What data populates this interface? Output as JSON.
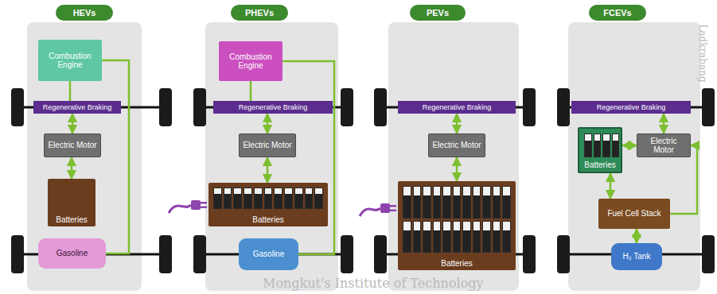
{
  "diagram": {
    "nodes": [
      {
        "text": [
          "HEVs"
        ]
      },
      {
        "text": [
          "Combustion Engine"
        ]
      },
      {
        "text": [
          "Regenerative Braking"
        ]
      },
      {
        "text": [
          "Electric Motor"
        ]
      },
      {
        "text": [
          "Batteries"
        ]
      },
      {
        "text": [
          "Gasoline"
        ]
      },
      {
        "text": [
          "PHEVs"
        ]
      },
      {
        "text": [
          "Combustion Engine"
        ]
      },
      {
        "text": [
          "Regenerative Braking"
        ]
      },
      {
        "text": [
          "Electric Motor"
        ]
      },
      {
        "text": [
          "Batteries"
        ]
      },
      {
        "text": [
          "Gasoline"
        ]
      },
      {
        "text": [
          "PEVs"
        ]
      },
      {
        "text": [
          "Regenerative Braking"
        ]
      },
      {
        "text": [
          "Electric Motor"
        ]
      },
      {
        "text": [
          "Batteries"
        ]
      },
      {
        "text": [
          "FCEVs"
        ]
      },
      {
        "text": [
          "Regenerative Braking"
        ]
      },
      {
        "text": [
          "Batteries"
        ]
      },
      {
        "text": [
          "Electric Motor"
        ]
      },
      {
        "text": [
          "Fuel Cell Stack"
        ]
      },
      {
        "text": [
          "H₂ Tank"
        ]
      }
    ],
    "edges": [
      {
        "from": 1,
        "to": 2,
        "arrow": "none"
      },
      {
        "from": 3,
        "to": 2,
        "arrow": "both"
      },
      {
        "from": 3,
        "to": 4,
        "arrow": "both"
      },
      {
        "from": 5,
        "to": 1,
        "arrow": "none"
      },
      {
        "from": 7,
        "to": 8,
        "arrow": "none"
      },
      {
        "from": 9,
        "to": 8,
        "arrow": "both"
      },
      {
        "from": 9,
        "to": 10,
        "arrow": "both"
      },
      {
        "from": 11,
        "to": 7,
        "arrow": "none"
      },
      {
        "from": 14,
        "to": 13,
        "arrow": "both"
      },
      {
        "from": 14,
        "to": 15,
        "arrow": "both"
      },
      {
        "from": 19,
        "to": 17,
        "arrow": "both"
      },
      {
        "from": 18,
        "to": 19,
        "arrow": "both"
      },
      {
        "from": 18,
        "to": 20,
        "arrow": "both"
      },
      {
        "from": 20,
        "to": 21,
        "arrow": "both"
      },
      {
        "from": 20,
        "to": 19,
        "arrow": "to"
      }
    ],
    "labels": [
      "Mongkut's Institute of Technology",
      "Ladkrabang"
    ]
  }
}
